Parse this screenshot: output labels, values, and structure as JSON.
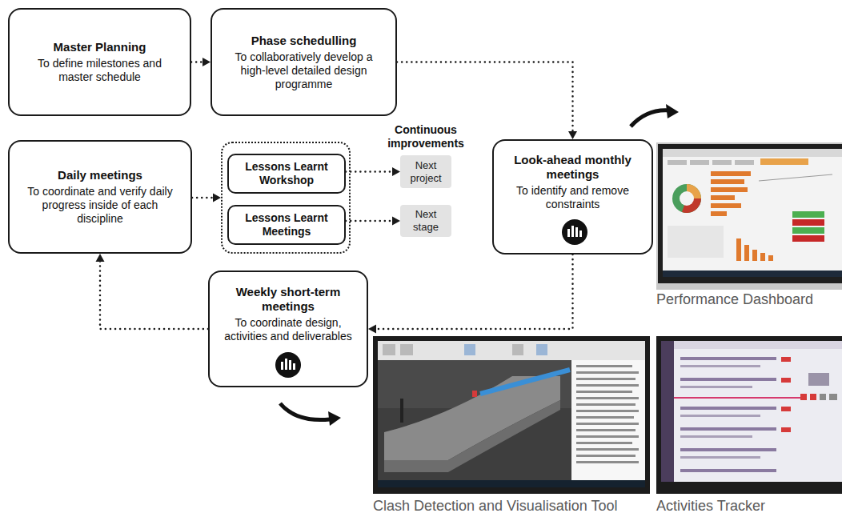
{
  "diagram": {
    "nodes": [
      {
        "text": [
          "Master Planning",
          "To define milestones and master schedule"
        ]
      },
      {
        "text": [
          "Phase schedulling",
          "To collaboratively develop a high-level detailed design programme"
        ]
      },
      {
        "text": [
          "Daily meetings",
          "To coordinate and verify daily progress inside of each discipline"
        ]
      },
      {
        "text": []
      },
      {
        "text": [
          "Lessons Learnt Workshop"
        ],
        "in": 3
      },
      {
        "text": [
          "Lessons Learnt Meetings"
        ],
        "in": 3
      },
      {
        "text": [
          "Next project"
        ]
      },
      {
        "text": [
          "Next stage"
        ]
      },
      {
        "text": [
          "Look-ahead monthly meetings",
          "To identify and remove constraints"
        ]
      },
      {
        "text": [
          "Weekly short-term meetings",
          "To coordinate design, activities and deliverables"
        ]
      }
    ],
    "edges": [
      {
        "from": 0,
        "to": 1,
        "arrow": "to"
      },
      {
        "from": 1,
        "to": 8,
        "arrow": "to"
      },
      {
        "from": 8,
        "to": 9,
        "arrow": "to"
      },
      {
        "from": 9,
        "to": 2,
        "arrow": "to"
      },
      {
        "from": 2,
        "to": 3,
        "arrow": "to"
      },
      {
        "from": 4,
        "to": 6,
        "arrow": "to"
      },
      {
        "from": 5,
        "to": 7,
        "arrow": "to"
      }
    ],
    "labels": [
      "Continuous improvements",
      "Performance Dashboard",
      "Clash Detection and Visualisation Tool",
      "Activities Tracker"
    ]
  }
}
